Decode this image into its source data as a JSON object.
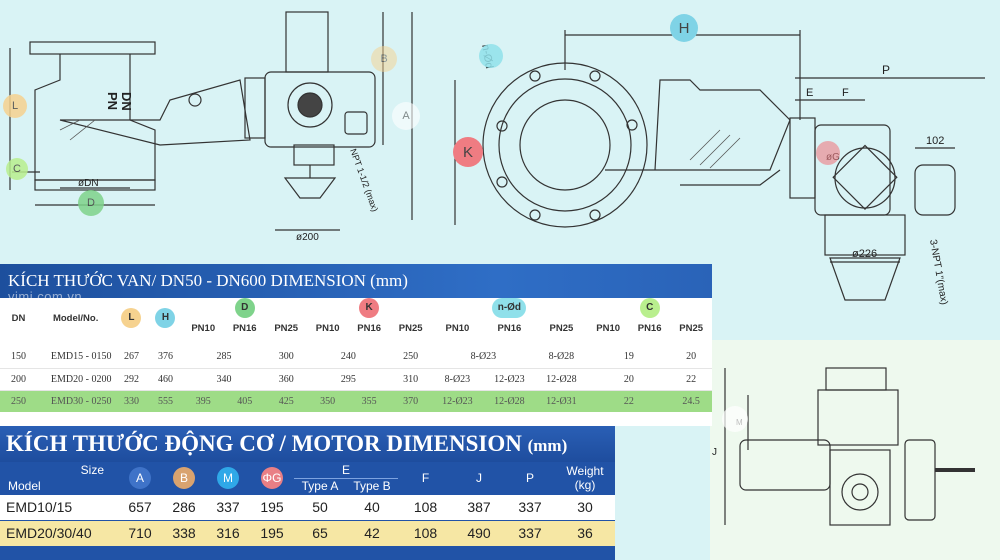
{
  "colors": {
    "badge_L": "#f6d28f",
    "badge_H": "#7fd3e6",
    "badge_D": "#7fd38b",
    "badge_K": "#ef7c82",
    "badge_nod": "#8fe0ea",
    "badge_C": "#b9ef8e",
    "badge_A": "#3f73c8",
    "badge_B": "#d9a36f",
    "badge_M": "#2fa8e8",
    "badge_G": "#e97f85",
    "title_blue": "#1d4f9d",
    "green_row": "#9edc87",
    "yellow_row": "#f6e7a4"
  },
  "drawing_labels": {
    "dn": "DN",
    "pn": "PN",
    "phi_dn": "øDN",
    "npt_small": "NPT 1-1/2 (max)",
    "dia_200": "ø200",
    "n_od": "n-Ød",
    "p": "P",
    "e": "E",
    "f": "F",
    "g": "øG",
    "dim_102": "102",
    "dia_226": "ø226",
    "npt_large": "3-NPT 1\"(max)",
    "j": "J",
    "m": "M",
    "badges": {
      "L": "L",
      "C": "C",
      "D": "D",
      "B": "B",
      "A": "A",
      "H": "H",
      "K": "K"
    }
  },
  "valve_table": {
    "title": "KÍCH THƯỚC VAN/ DN50 - DN600 DIMENSION (mm)",
    "watermark": "vimi.com.vn",
    "headers": {
      "dn": "DN",
      "model": "Model/No.",
      "L": "L",
      "H": "H",
      "D": "D",
      "K": "K",
      "nod": "n-Ød",
      "C": "C"
    },
    "sub_headers": [
      "PN10",
      "PN16",
      "PN25",
      "PN10",
      "PN16",
      "PN25",
      "PN10",
      "PN16",
      "PN25",
      "PN10",
      "PN16",
      "PN25"
    ],
    "rows": [
      {
        "dn": "150",
        "model": "EMD15 - 0150",
        "L": "267",
        "H": "376",
        "D_pn10_16": "285",
        "D_pn25": "300",
        "K_pn10_16": "240",
        "K_pn25": "250",
        "nod_pn10_16": "8-Ø23",
        "nod_pn25": "8-Ø28",
        "C_pn10_16": "19",
        "C_pn25": "20"
      },
      {
        "dn": "200",
        "model": "EMD20 - 0200",
        "L": "292",
        "H": "460",
        "D_pn10_16": "340",
        "D_pn25": "360",
        "K_pn10_16": "295",
        "K_pn25": "310",
        "nod_pn10": "8-Ø23",
        "nod_pn16": "12-Ø23",
        "nod_pn25": "12-Ø28",
        "C_pn10_16": "20",
        "C_pn25": "22"
      },
      {
        "dn": "250",
        "model": "EMD30 - 0250",
        "L": "330",
        "H": "555",
        "D_pn10": "395",
        "D_pn16": "405",
        "D_pn25": "425",
        "K_pn10": "350",
        "K_pn16": "355",
        "K_pn25": "370",
        "nod_pn10": "12-Ø23",
        "nod_pn16": "12-Ø28",
        "nod_pn25": "12-Ø31",
        "C_pn10_16": "22",
        "C_pn25": "24.5"
      }
    ]
  },
  "motor_table": {
    "title": "KÍCH THƯỚC ĐỘNG CƠ / MOTOR DIMENSION",
    "title_unit": "(mm)",
    "headers": {
      "size": "Size",
      "model": "Model",
      "A": "A",
      "B": "B",
      "M": "M",
      "G": "ΦG",
      "E": "E",
      "type_a": "Type A",
      "type_b": "Type B",
      "F": "F",
      "J": "J",
      "P": "P",
      "weight": "Weight (kg)"
    },
    "rows": [
      {
        "model": "EMD10/15",
        "A": "657",
        "B": "286",
        "M": "337",
        "G": "195",
        "type_a": "50",
        "type_b": "40",
        "F": "108",
        "J": "387",
        "P": "337",
        "weight": "30"
      },
      {
        "model": "EMD20/30/40",
        "A": "710",
        "B": "338",
        "M": "316",
        "G": "195",
        "type_a": "65",
        "type_b": "42",
        "F": "108",
        "J": "490",
        "P": "337",
        "weight": "36"
      }
    ]
  }
}
